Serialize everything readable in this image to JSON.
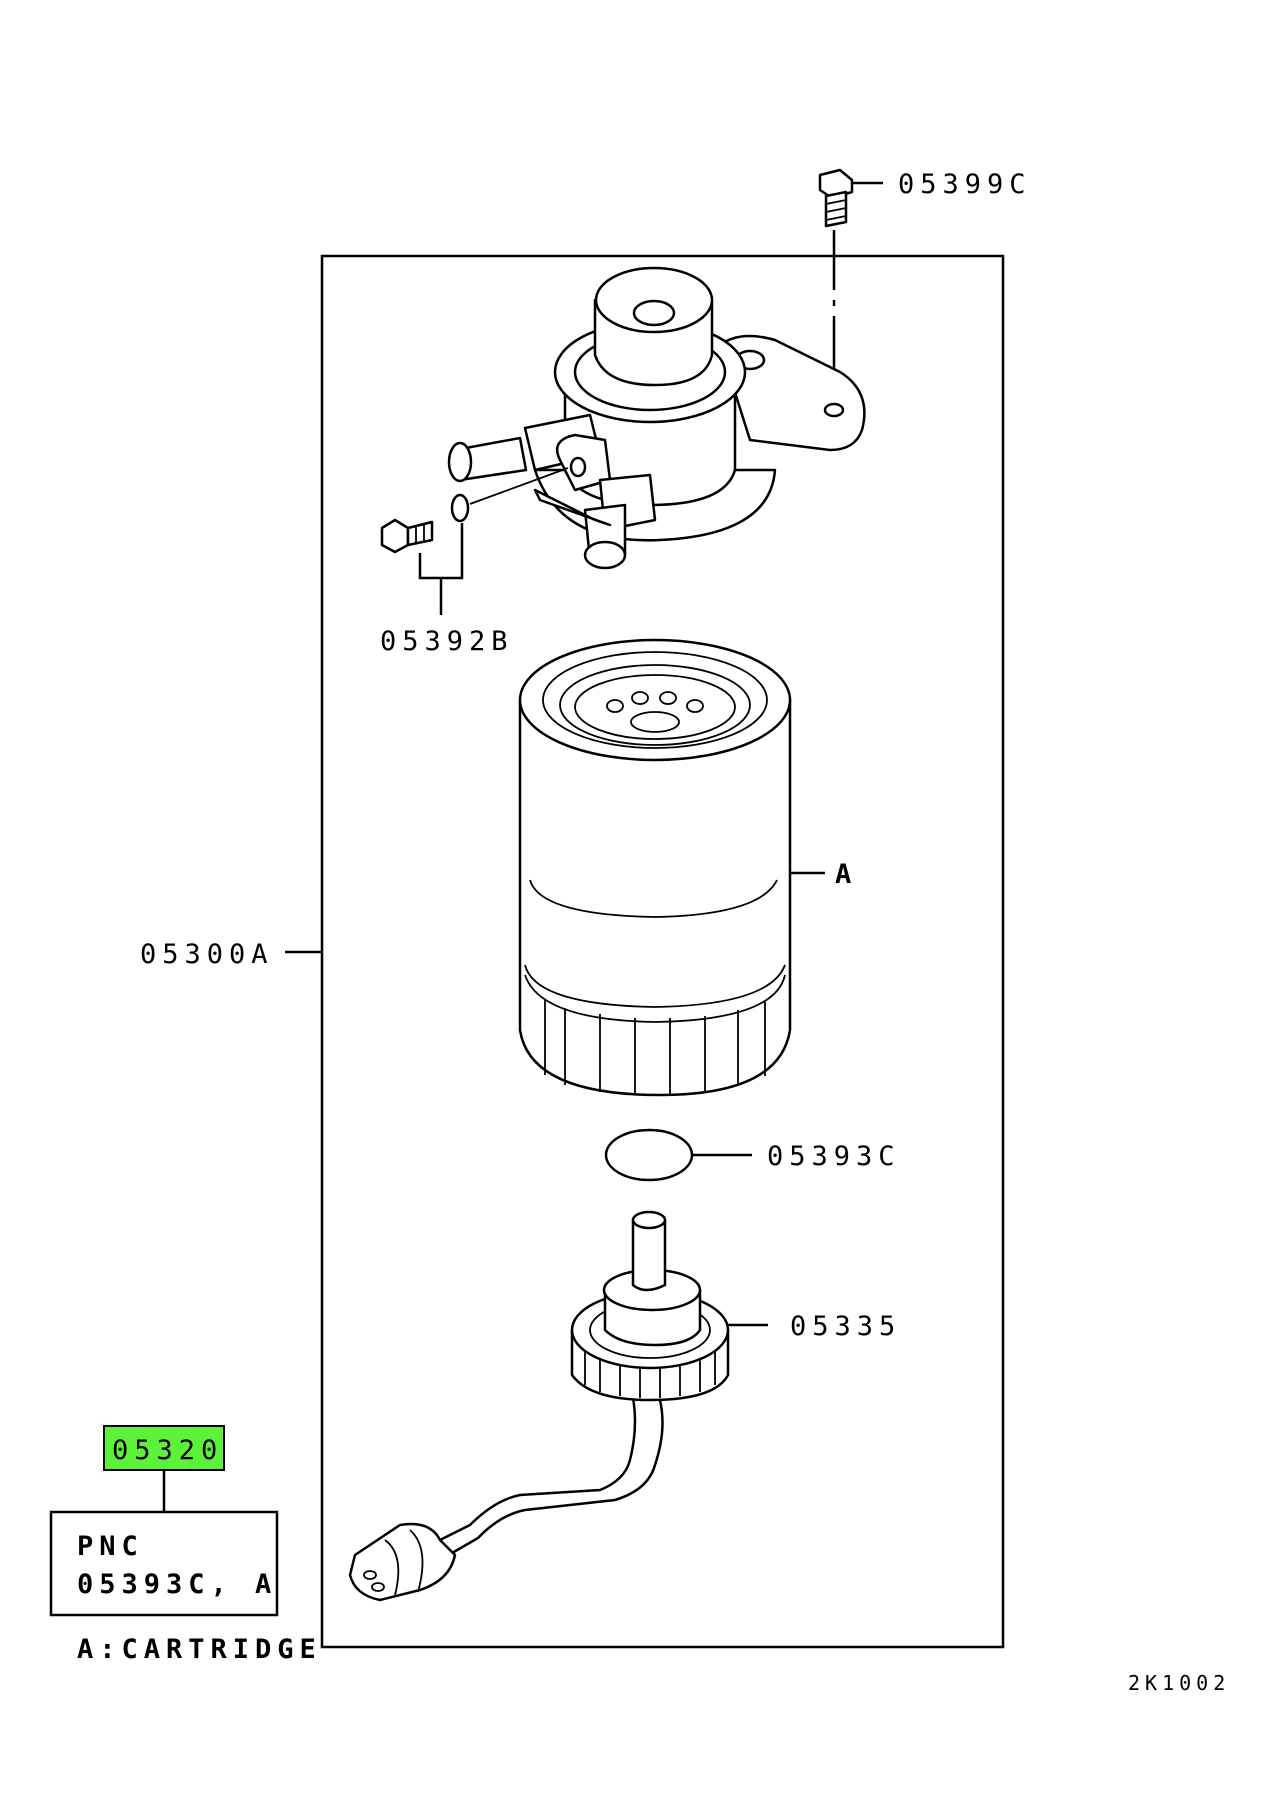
{
  "labels": {
    "bolt_top": "05399C",
    "bolt_washer": "05392B",
    "assembly": "05300A",
    "cartridge": "A",
    "o_ring": "05393C",
    "sensor": "05335",
    "highlight": "05320",
    "pnc_title": "PNC",
    "pnc_value": "05393C, A",
    "legend": "A:CARTRIDGE",
    "diagram_code": "2K1002"
  },
  "colors": {
    "highlight": "#5cf23a",
    "line": "#000000"
  }
}
